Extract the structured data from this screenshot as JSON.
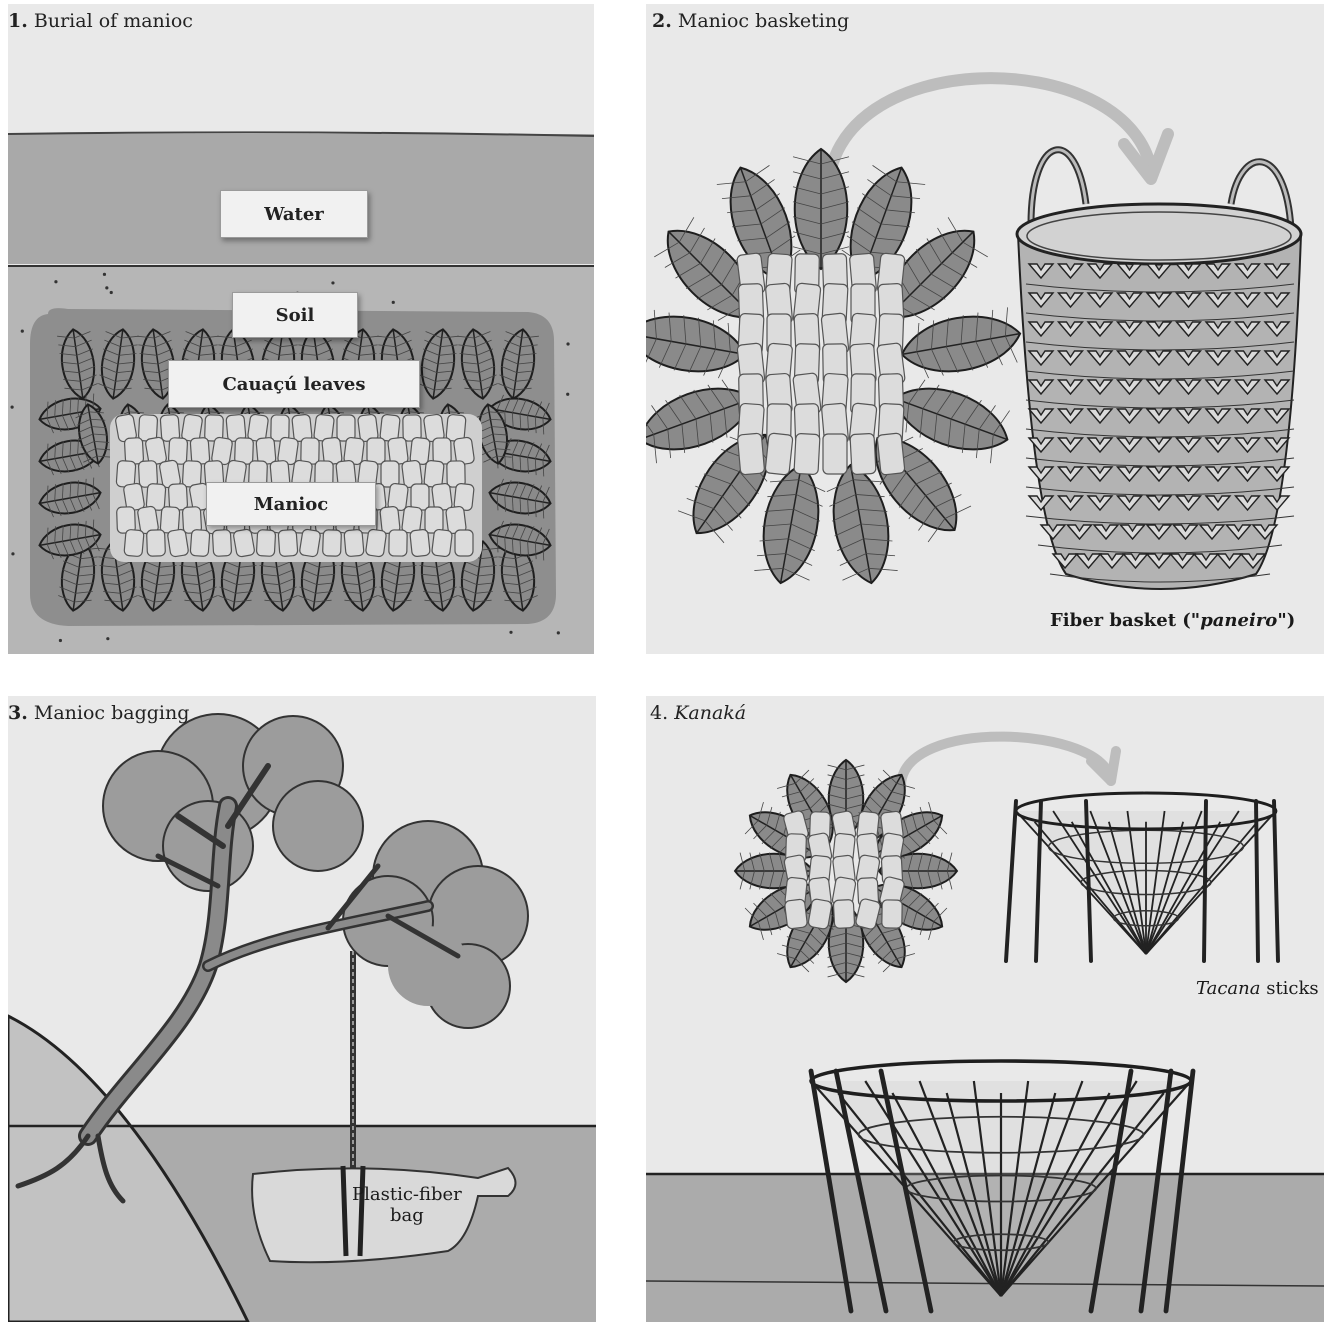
{
  "panels": [
    {
      "number": "1.",
      "title": "Burial of manioc",
      "labels": {
        "water": "Water",
        "soil": "Soil",
        "leaves": "Cauaçú leaves",
        "manioc": "Manioc"
      }
    },
    {
      "number": "2.",
      "title": "Manioc basketing",
      "caption": {
        "prefix": "Fiber basket (\"",
        "italic": "paneiro",
        "suffix": "\")"
      }
    },
    {
      "number": "3.",
      "title": "Manioc bagging",
      "caption": {
        "line1": "Plastic-fiber",
        "line2": "bag"
      }
    },
    {
      "number": "4.",
      "title": "Kanaká",
      "caption": {
        "italic": "Tacana",
        "suffix": " sticks"
      }
    }
  ],
  "colors": {
    "panel_bg": "#e9e9e9",
    "water": "#a9a9a9",
    "soil_light": "#b6b6b6",
    "soil_dark": "#8e8e8e",
    "leaf": "#8a8a8a",
    "manioc": "#d6d6d6",
    "foliage": "#9c9c9c",
    "ground": "#ababab",
    "arrow": "#bdbdbd"
  }
}
